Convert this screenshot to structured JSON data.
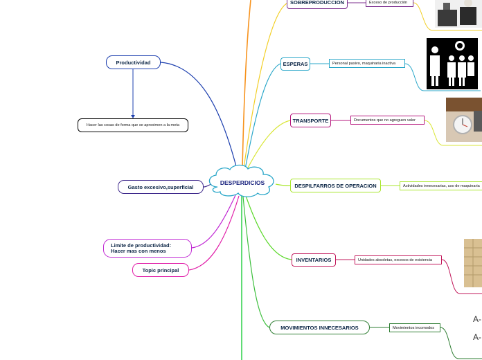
{
  "central": {
    "label": "DESPERDICIOS"
  },
  "left_topics": [
    {
      "label": "Productividad",
      "color": "#1e40af"
    },
    {
      "label": "Hacer las cosas de forma que se aproximen a la meta",
      "color": "#000000"
    },
    {
      "label": "Gasto excesivo,superficial",
      "color": "#3f2a8c"
    },
    {
      "label": "Limite de productividad:\nHacer mas con menos",
      "color": "#c026d3"
    },
    {
      "label": "Topic principal",
      "color": "#e11da8"
    }
  ],
  "right_topics": [
    {
      "label": "SOBREPRODUCCION",
      "detail": "Exceso de producción",
      "color": "#7b2d8e",
      "line_color": "#f2cf27"
    },
    {
      "label": "ESPERAS",
      "detail": "Personal pasivo, maquinaria inactiva",
      "color": "#2aa7c9",
      "line_color": "#2aa7c9"
    },
    {
      "label": "TRANSPORTE",
      "detail": "Documentos que no agreguen valor",
      "color": "#b5177d",
      "line_color": "#d9e637"
    },
    {
      "label": "DESPILFARROS DE OPERACION",
      "detail": "Actividades innecesarias, uso de maquinaria",
      "color": "#7ed321",
      "line_color": "#a8e62b"
    },
    {
      "label": "INVENTARIOS",
      "detail": "Unidades absoletas, excesos de existencia",
      "color": "#c2185b",
      "line_color": "#5bd82a"
    },
    {
      "label": "MOVIMIENTOS INNECESARIOS",
      "detail": "Movimientos incomodos",
      "color": "#2e7d32",
      "line_color": "#3cbf3c"
    }
  ],
  "image_text": {
    "formula_a": "A-",
    "formula_b": "A-"
  },
  "colors": {
    "sobre_line": "#f2cf27",
    "orange_line": "#f7931e",
    "green_main": "#39d353",
    "center_border": "#2aa7c9"
  }
}
